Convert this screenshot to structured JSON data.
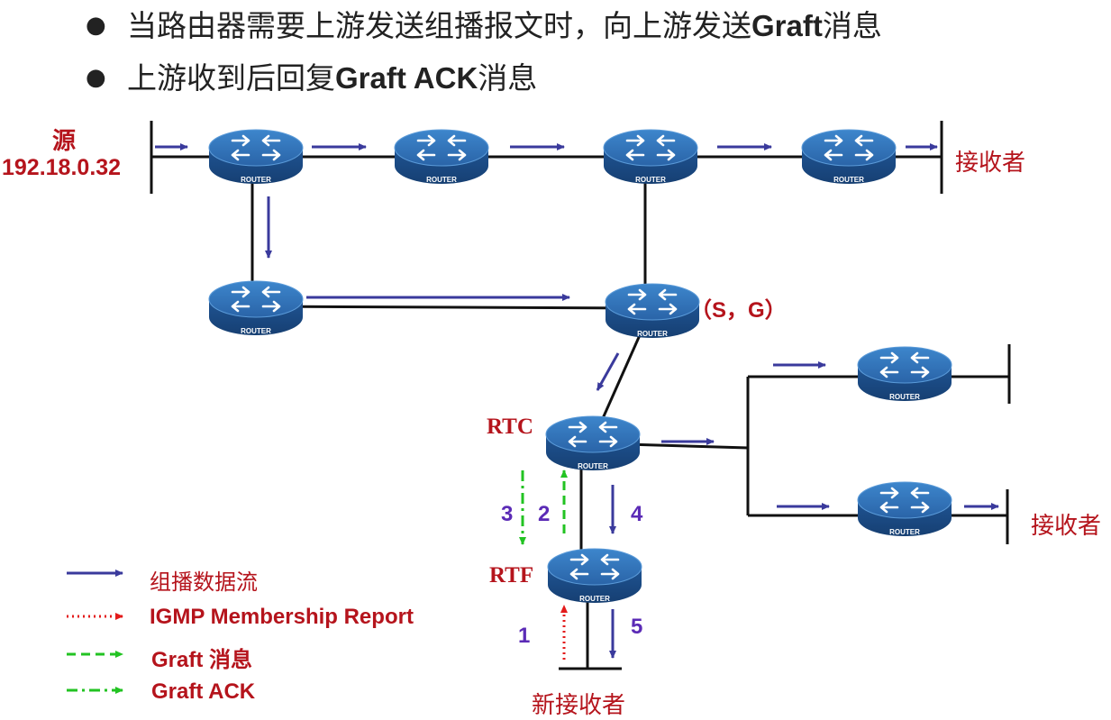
{
  "bullets": [
    {
      "pre": "当路由器需要上游发送组播报文时，向上游发送",
      "bold": "Graft",
      "post": "消息"
    },
    {
      "pre": "上游收到后回复",
      "bold": "Graft ACK",
      "post": "消息"
    }
  ],
  "source": {
    "title": "源",
    "ip": "192.18.0.32"
  },
  "router_caption": "ROUTER",
  "sg_label": "（S，G）",
  "rtc_label": "RTC",
  "rtf_label": "RTF",
  "receiver_label": "接收者",
  "new_receiver_label": "新接收者",
  "steps": {
    "s1": "1",
    "s2": "2",
    "s3": "3",
    "s4": "4",
    "s5": "5"
  },
  "legend": [
    {
      "label": "组播数据流",
      "style": "solid",
      "color": "#3a3a9c"
    },
    {
      "label": "IGMP Membership Report",
      "style": "dotted",
      "color": "#e31b1b"
    },
    {
      "label": "Graft 消息",
      "style": "dashed",
      "color": "#22c322"
    },
    {
      "label": "Graft ACK",
      "style": "dashdot",
      "color": "#22c322"
    }
  ],
  "colors": {
    "flow": "#3a3a9c",
    "igmp": "#e31b1b",
    "graft": "#22c322",
    "label_red": "#b5141c",
    "step_purple": "#5b2bb6",
    "router_body": "#2f6fb2"
  }
}
